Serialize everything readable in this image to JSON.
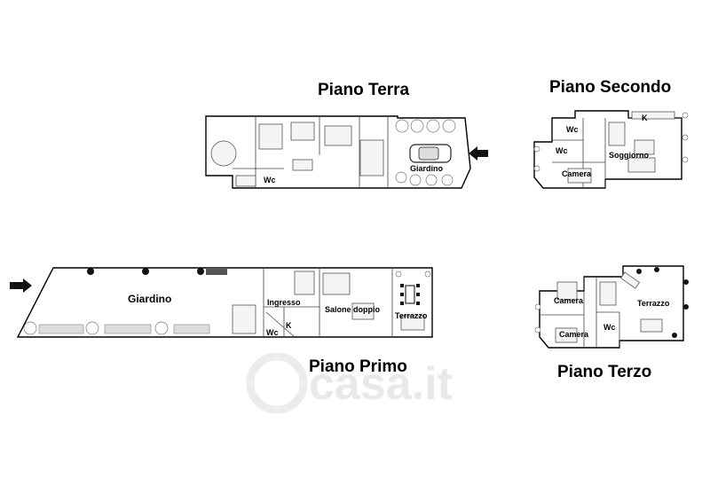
{
  "watermark": {
    "brand": "casa.it"
  },
  "piano_terra": {
    "title": "Piano Terra",
    "rooms": {
      "giardino": "Giardino",
      "wc": "Wc"
    }
  },
  "piano_secondo": {
    "title": "Piano Secondo",
    "rooms": {
      "wc_1": "Wc",
      "wc_2": "Wc",
      "k": "K",
      "soggiorno": "Soggiorno",
      "camera": "Camera"
    }
  },
  "piano_primo": {
    "title": "Piano Primo",
    "rooms": {
      "giardino": "Giardino",
      "ingresso": "Ingresso",
      "salone": "Salone doppio",
      "terrazzo": "Terrazzo",
      "wc": "Wc",
      "k": "K"
    }
  },
  "piano_terzo": {
    "title": "Piano Terzo",
    "rooms": {
      "camera_1": "Camera",
      "camera_2": "Camera",
      "terrazzo": "Terrazzo",
      "wc": "Wc"
    }
  },
  "icons": {
    "entrance_arrow": "arrow-right-icon",
    "car": "car-icon",
    "tree": "tree-icon",
    "table": "table-icon"
  },
  "colors": {
    "walls": "#000000",
    "watermark": "#e9e9e9",
    "background": "#ffffff"
  }
}
